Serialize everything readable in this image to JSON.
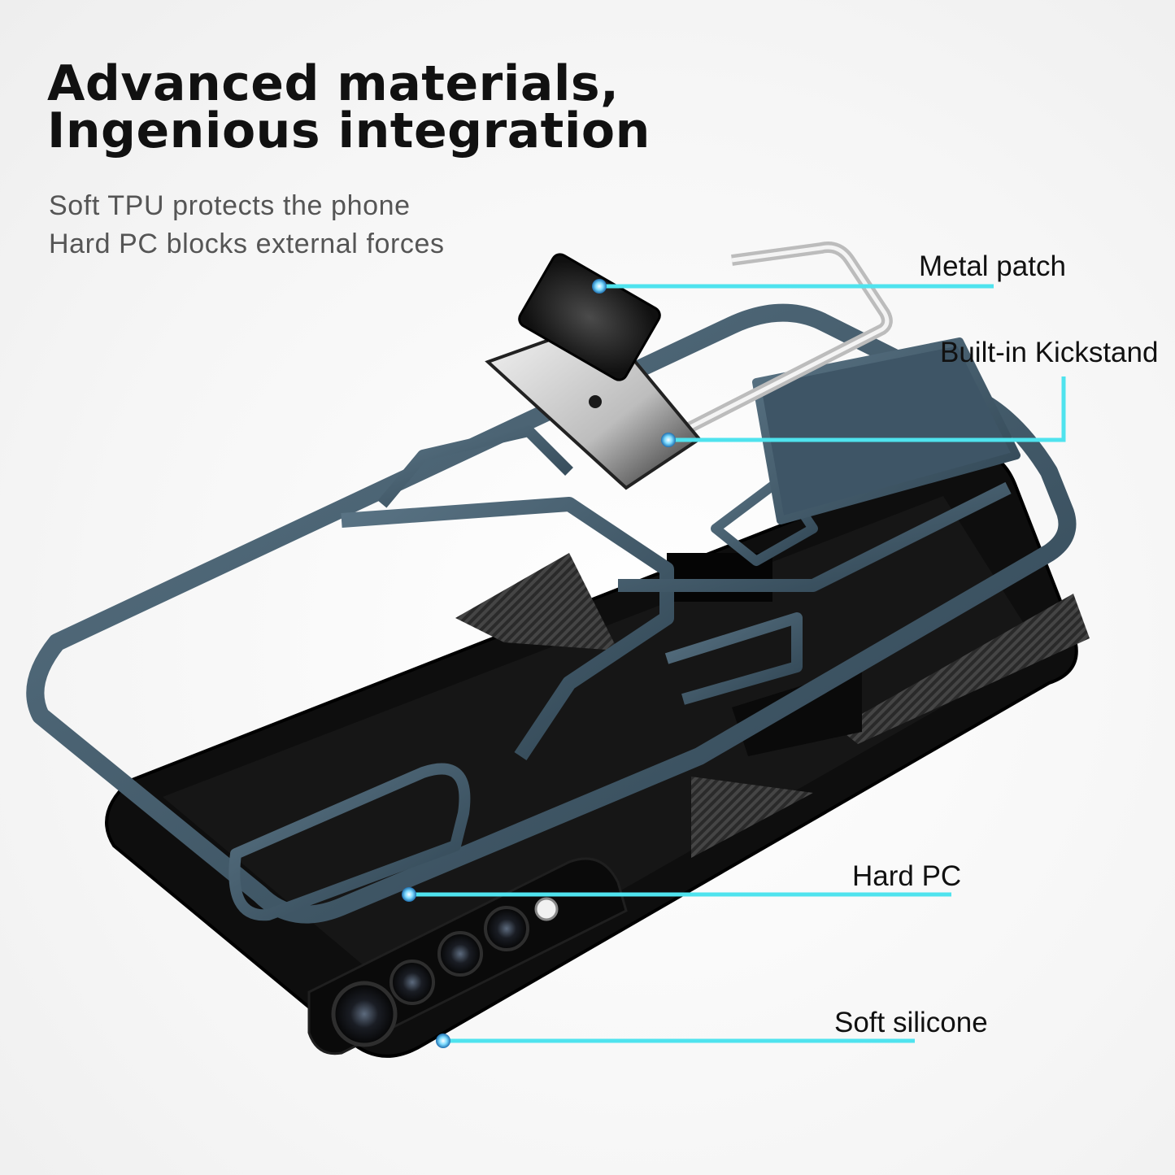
{
  "headline": {
    "line1": "Advanced materials,",
    "line2": "Ingenious integration"
  },
  "subheadline": {
    "line1": "Soft TPU protects the phone",
    "line2": "Hard PC blocks external forces"
  },
  "callouts": {
    "metal_patch": "Metal patch",
    "kickstand": "Built-in Kickstand",
    "hard_pc": "Hard PC",
    "soft_silicone": "Soft silicone"
  },
  "colors": {
    "callout_line": "#4fe3ee",
    "frame": "#3e5566",
    "case_black": "#111111"
  }
}
